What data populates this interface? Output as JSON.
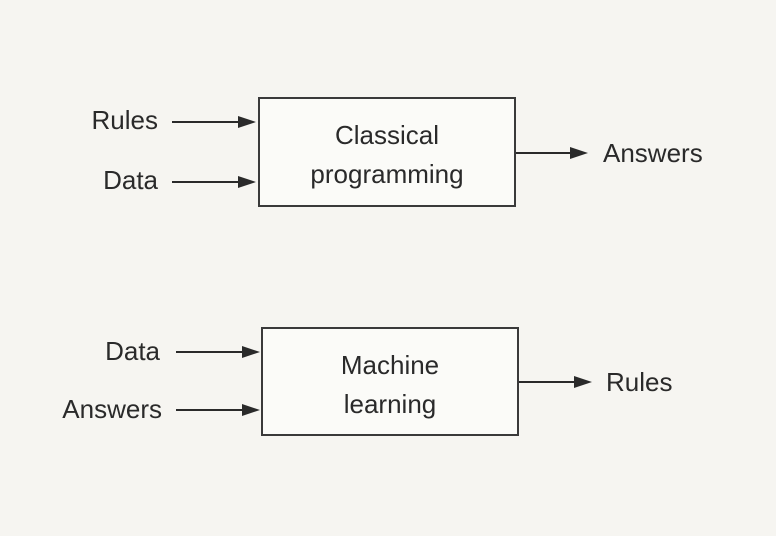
{
  "diagram": {
    "classical": {
      "input_1": "Rules",
      "input_2": "Data",
      "box_line_1": "Classical",
      "box_line_2": "programming",
      "output": "Answers"
    },
    "machine_learning": {
      "input_1": "Data",
      "input_2": "Answers",
      "box_line_1": "Machine",
      "box_line_2": "learning",
      "output": "Rules"
    }
  }
}
